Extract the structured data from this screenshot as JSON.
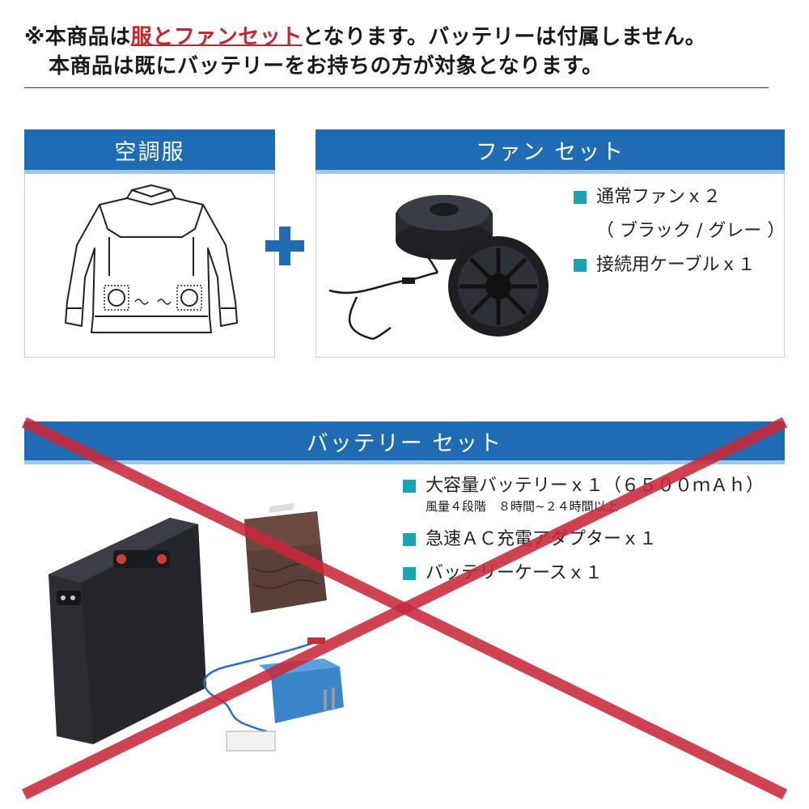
{
  "notice": {
    "line1_prefix": "※本商品は",
    "line1_highlight": "服とファンセット",
    "line1_suffix": "となります。バッテリーは付属しません。",
    "line2": "本商品は既にバッテリーをお持ちの方が対象となります。"
  },
  "panels": {
    "clothes": {
      "title": "空調服"
    },
    "fan": {
      "title": "ファン セット",
      "items": [
        "通常ファンｘ２",
        "（ ブラック / グレー ）",
        "接続用ケーブルｘ１"
      ]
    },
    "battery": {
      "title": "バッテリー セット",
      "items": [
        "大容量バッテリーｘ１（６５００ｍＡｈ）",
        "風量４段階　８時間~２４時間以上",
        "急速ＡＣ充電アダプターｘ１",
        "バッテリーケースｘ１"
      ]
    }
  },
  "colors": {
    "header_blue": "#1f6cb5",
    "header_light": "#9ec7ea",
    "bullet_teal": "#1aa3b5",
    "highlight_red": "#c1272d",
    "cross_red": "#c8283a"
  },
  "icons": [
    "plus-icon",
    "jacket-illustration",
    "fan-illustration",
    "battery-illustration",
    "ac-adapter-illustration",
    "battery-case-illustration"
  ]
}
